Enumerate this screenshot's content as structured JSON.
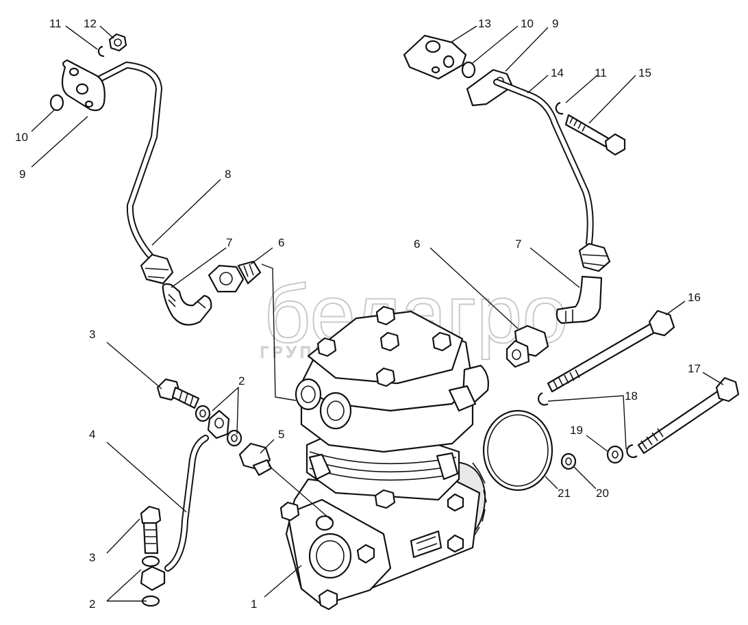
{
  "watermark": {
    "brand": "белагро",
    "tagline": "ГРУППА КОМПАНИЙ"
  },
  "callouts": [
    {
      "id": "c1",
      "label": "1"
    },
    {
      "id": "c2a",
      "label": "2"
    },
    {
      "id": "c2b",
      "label": "2"
    },
    {
      "id": "c3a",
      "label": "3"
    },
    {
      "id": "c3b",
      "label": "3"
    },
    {
      "id": "c4",
      "label": "4"
    },
    {
      "id": "c5",
      "label": "5"
    },
    {
      "id": "c6a",
      "label": "6"
    },
    {
      "id": "c6b",
      "label": "6"
    },
    {
      "id": "c7a",
      "label": "7"
    },
    {
      "id": "c7b",
      "label": "7"
    },
    {
      "id": "c8",
      "label": "8"
    },
    {
      "id": "c9a",
      "label": "9"
    },
    {
      "id": "c9b",
      "label": "9"
    },
    {
      "id": "c10a",
      "label": "10"
    },
    {
      "id": "c10b",
      "label": "10"
    },
    {
      "id": "c11a",
      "label": "11"
    },
    {
      "id": "c11b",
      "label": "11"
    },
    {
      "id": "c12",
      "label": "12"
    },
    {
      "id": "c13",
      "label": "13"
    },
    {
      "id": "c14",
      "label": "14"
    },
    {
      "id": "c15",
      "label": "15"
    },
    {
      "id": "c16",
      "label": "16"
    },
    {
      "id": "c17",
      "label": "17"
    },
    {
      "id": "c18",
      "label": "18"
    },
    {
      "id": "c19",
      "label": "19"
    },
    {
      "id": "c20",
      "label": "20"
    },
    {
      "id": "c21",
      "label": "21"
    }
  ]
}
